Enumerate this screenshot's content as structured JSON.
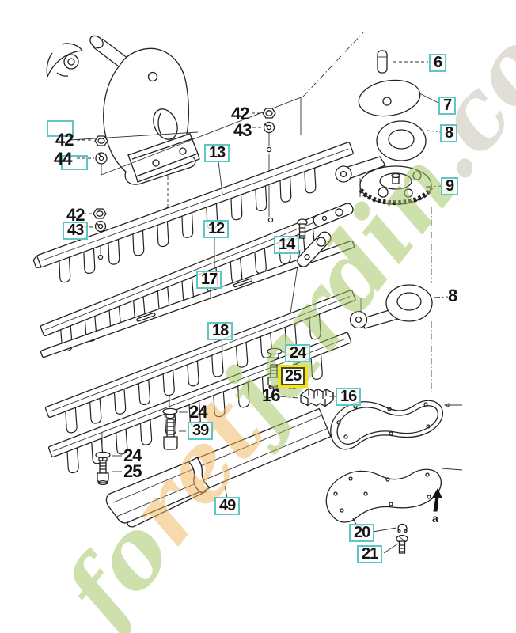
{
  "diagram": {
    "type": "exploded-parts-diagram",
    "subject": "hedge-trimmer cutter bar assembly parts drawing",
    "colors": {
      "background": "#ffffff",
      "line": "#222222",
      "callout_box": "#5fc6c6",
      "highlight_box": "#f2e320",
      "watermark_green": "#9fc45e",
      "watermark_orange": "#f0b45c",
      "watermark_gray": "#c2bfae"
    },
    "watermark": {
      "part1": "fo",
      "part2": "ret",
      "part3": "jardin",
      "part4": ".com"
    },
    "empty_callout_boxes": [
      "offset-box-near-42-44-group",
      "offset-box-under-44"
    ],
    "labels": [
      {
        "text": "42",
        "style": "plain"
      },
      {
        "text": "44",
        "style": "plain"
      },
      {
        "text": "42",
        "style": "plain"
      },
      {
        "text": "43",
        "style": "plain"
      },
      {
        "text": "42",
        "style": "plain"
      },
      {
        "text": "43",
        "style": "teal-box"
      },
      {
        "text": "13",
        "style": "teal-box"
      },
      {
        "text": "12",
        "style": "teal-box"
      },
      {
        "text": "17",
        "style": "teal-box"
      },
      {
        "text": "18",
        "style": "teal-box"
      },
      {
        "text": "14",
        "style": "teal-box"
      },
      {
        "text": "24",
        "style": "teal-box"
      },
      {
        "text": "25",
        "style": "yellow-highlight"
      },
      {
        "text": "16",
        "style": "plain"
      },
      {
        "text": "16",
        "style": "teal-box"
      },
      {
        "text": "24",
        "style": "plain"
      },
      {
        "text": "39",
        "style": "teal-box"
      },
      {
        "text": "24",
        "style": "plain"
      },
      {
        "text": "25",
        "style": "plain"
      },
      {
        "text": "49",
        "style": "teal-box"
      },
      {
        "text": "6",
        "style": "teal-box"
      },
      {
        "text": "7",
        "style": "teal-box"
      },
      {
        "text": "8",
        "style": "teal-box"
      },
      {
        "text": "9",
        "style": "teal-box"
      },
      {
        "text": "8",
        "style": "plain"
      },
      {
        "text": "20",
        "style": "teal-box"
      },
      {
        "text": "21",
        "style": "teal-box"
      },
      {
        "text": "a",
        "style": "plain-small"
      }
    ]
  }
}
